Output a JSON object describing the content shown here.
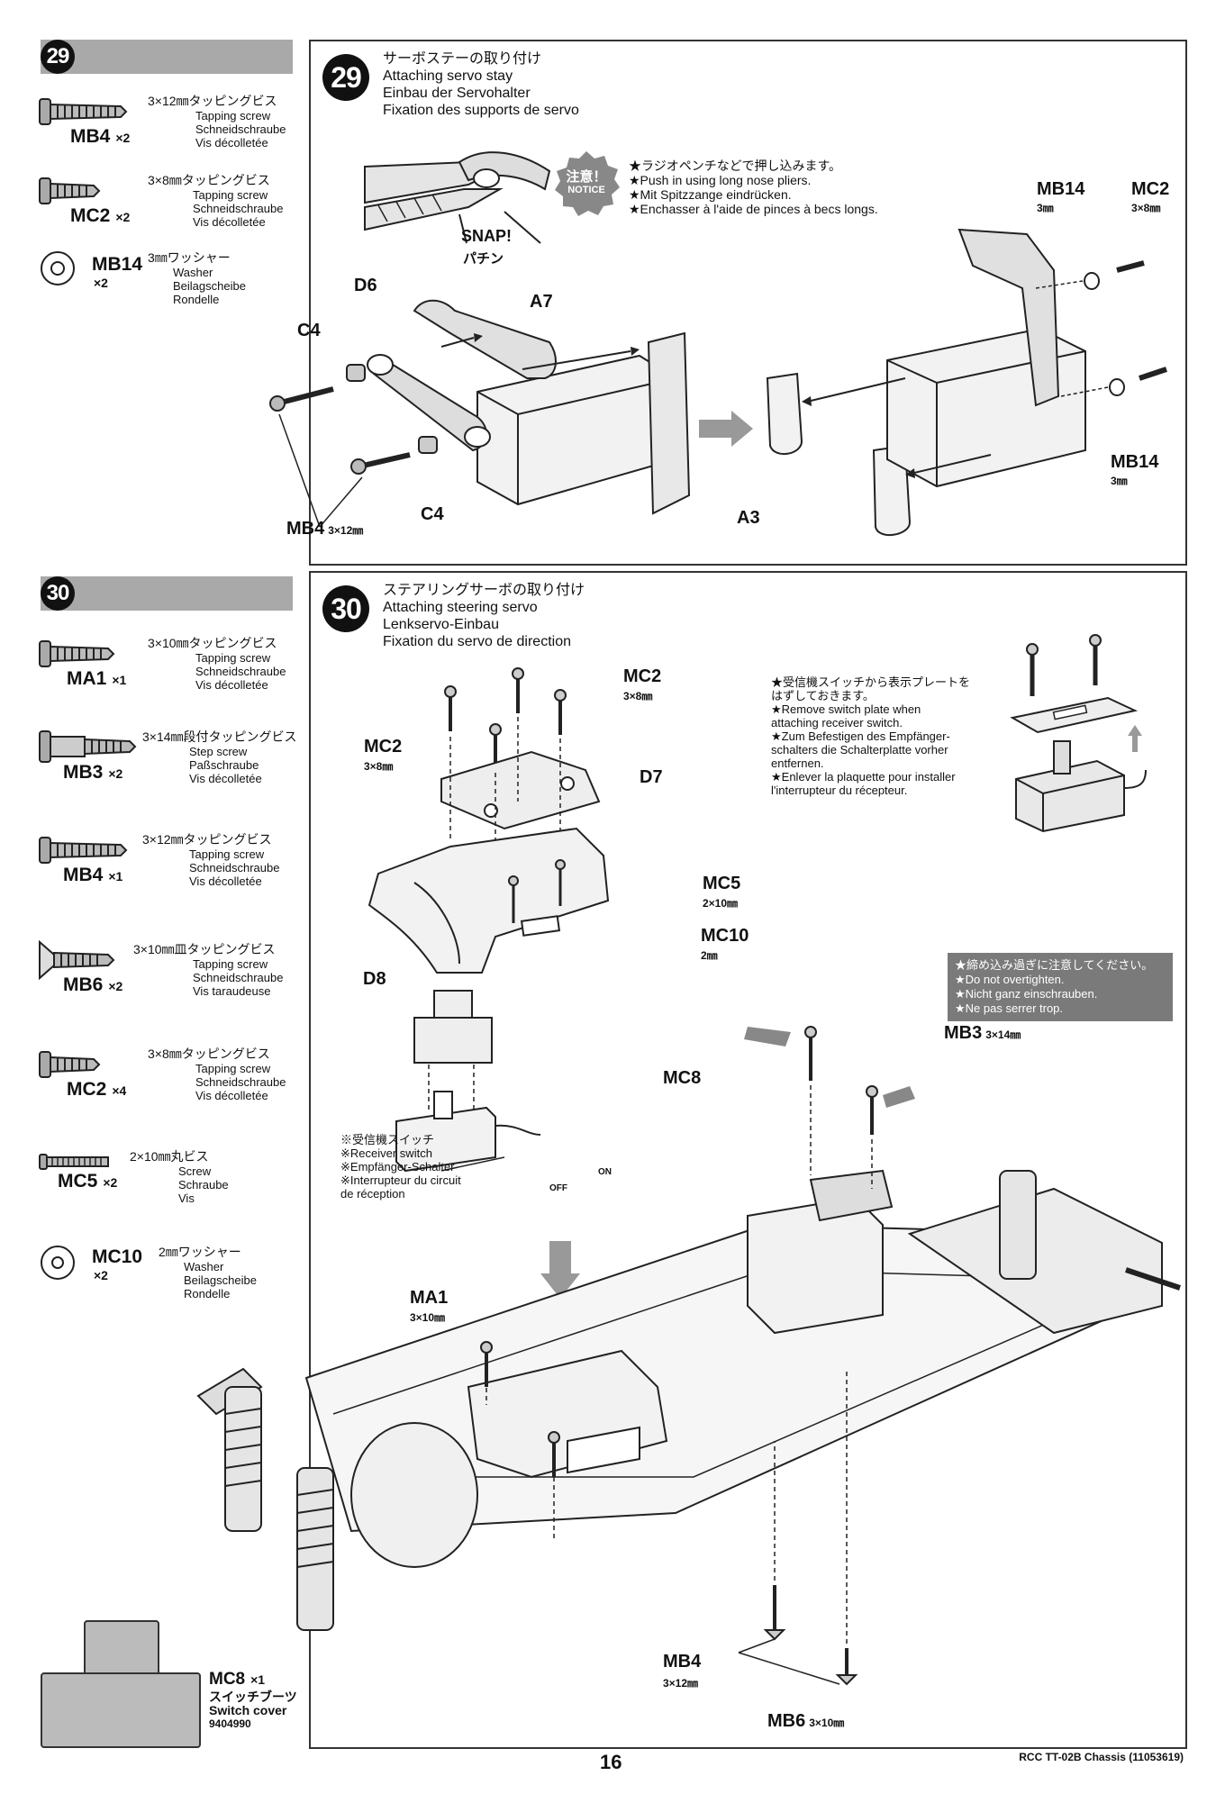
{
  "step29": {
    "number": "29",
    "parts": [
      {
        "jp": "3×12㎜タッピングビス",
        "code": "MB4",
        "qty": "×2",
        "desc": [
          "Tapping screw",
          "Schneidschraube",
          "Vis décolletée"
        ]
      },
      {
        "jp": "3×8㎜タッピングビス",
        "code": "MC2",
        "qty": "×2",
        "desc": [
          "Tapping screw",
          "Schneidschraube",
          "Vis décolletée"
        ]
      },
      {
        "jp": "3㎜ワッシャー",
        "code": "MB14",
        "qty": "×2",
        "desc": [
          "Washer",
          "Beilagscheibe",
          "Rondelle"
        ]
      }
    ],
    "title_jp": "サーボステーの取り付け",
    "title_lines": [
      "Attaching servo stay",
      "Einbau der Servohalter",
      "Fixation des supports de servo"
    ],
    "notice_badge": [
      "注意！",
      "NOTICE"
    ],
    "notice_lines": [
      "★ラジオペンチなどで押し込みます。",
      "★Push in using long nose pliers.",
      "★Mit Spitzzange eindrücken.",
      "★Enchasser à l'aide de pinces à becs longs."
    ],
    "snap": "SNAP!",
    "snap_jp": "パチン",
    "labels": {
      "d6": "D6",
      "a7": "A7",
      "c4a": "C4",
      "c4b": "C4",
      "mb4": "MB4",
      "mb4_size": "3×12㎜",
      "a3": "A3",
      "mb14a": "MB14",
      "mb14a_size": "3㎜",
      "mc2": "MC2",
      "mc2_size": "3×8㎜",
      "mb14b": "MB14",
      "mb14b_size": "3㎜"
    }
  },
  "step30": {
    "number": "30",
    "parts": [
      {
        "jp": "3×10㎜タッピングビス",
        "code": "MA1",
        "qty": "×1",
        "desc": [
          "Tapping screw",
          "Schneidschraube",
          "Vis décolletée"
        ]
      },
      {
        "jp": "3×14㎜段付タッピングビス",
        "code": "MB3",
        "qty": "×2",
        "desc": [
          "Step screw",
          "Paßschraube",
          "Vis décolletée"
        ]
      },
      {
        "jp": "3×12㎜タッピングビス",
        "code": "MB4",
        "qty": "×1",
        "desc": [
          "Tapping screw",
          "Schneidschraube",
          "Vis décolletée"
        ]
      },
      {
        "jp": "3×10㎜皿タッピングビス",
        "code": "MB6",
        "qty": "×2",
        "desc": [
          "Tapping screw",
          "Schneidschraube",
          "Vis taraudeuse"
        ]
      },
      {
        "jp": "3×8㎜タッピングビス",
        "code": "MC2",
        "qty": "×4",
        "desc": [
          "Tapping screw",
          "Schneidschraube",
          "Vis décolletée"
        ]
      },
      {
        "jp": "2×10㎜丸ビス",
        "code": "MC5",
        "qty": "×2",
        "desc": [
          "Screw",
          "Schraube",
          "Vis"
        ]
      },
      {
        "jp": "2㎜ワッシャー",
        "code": "MC10",
        "qty": "×2",
        "desc": [
          "Washer",
          "Beilagscheibe",
          "Rondelle"
        ]
      }
    ],
    "title_jp": "ステアリングサーボの取り付け",
    "title_lines": [
      "Attaching steering servo",
      "Lenkservo-Einbau",
      "Fixation du servo de direction"
    ],
    "switch_note": [
      "★受信機スイッチから表示プレートを",
      "はずしておきます。",
      "★Remove switch plate when",
      "attaching receiver switch.",
      "★Zum Befestigen des Empfänger-",
      "schalters die Schalterplatte vorher",
      "entfernen.",
      "★Enlever la plaquette pour installer",
      "l'interrupteur du récepteur."
    ],
    "overtighten": [
      "★締め込み過ぎに注意してください。",
      "★Do not overtighten.",
      "★Nicht ganz einschrauben.",
      "★Ne pas serrer trop."
    ],
    "receiver_switch": [
      "※受信機スイッチ",
      "※Receiver switch",
      "※Empfänger-Schalter",
      "※Interrupteur du circuit",
      "de réception"
    ],
    "off": "OFF",
    "on": "ON",
    "labels": {
      "mc2a": "MC2",
      "mc2a_size": "3×8㎜",
      "mc2b": "MC2",
      "mc2b_size": "3×8㎜",
      "d7": "D7",
      "d8": "D8",
      "mc5": "MC5",
      "mc5_size": "2×10㎜",
      "mc10": "MC10",
      "mc10_size": "2㎜",
      "mc8": "MC8",
      "mb3": "MB3",
      "mb3_size": "3×14㎜",
      "ma1": "MA1",
      "ma1_size": "3×10㎜",
      "mb4": "MB4",
      "mb4_size": "3×12㎜",
      "mb6": "MB6",
      "mb6_size": "3×10㎜"
    },
    "mc8_part": {
      "code": "MC8",
      "qty": "×1",
      "jp": "スイッチブーツ",
      "en": "Switch cover",
      "num": "9404990"
    }
  },
  "footer": {
    "page": "16",
    "doc": "RCC TT-02B Chassis (11053619)"
  }
}
